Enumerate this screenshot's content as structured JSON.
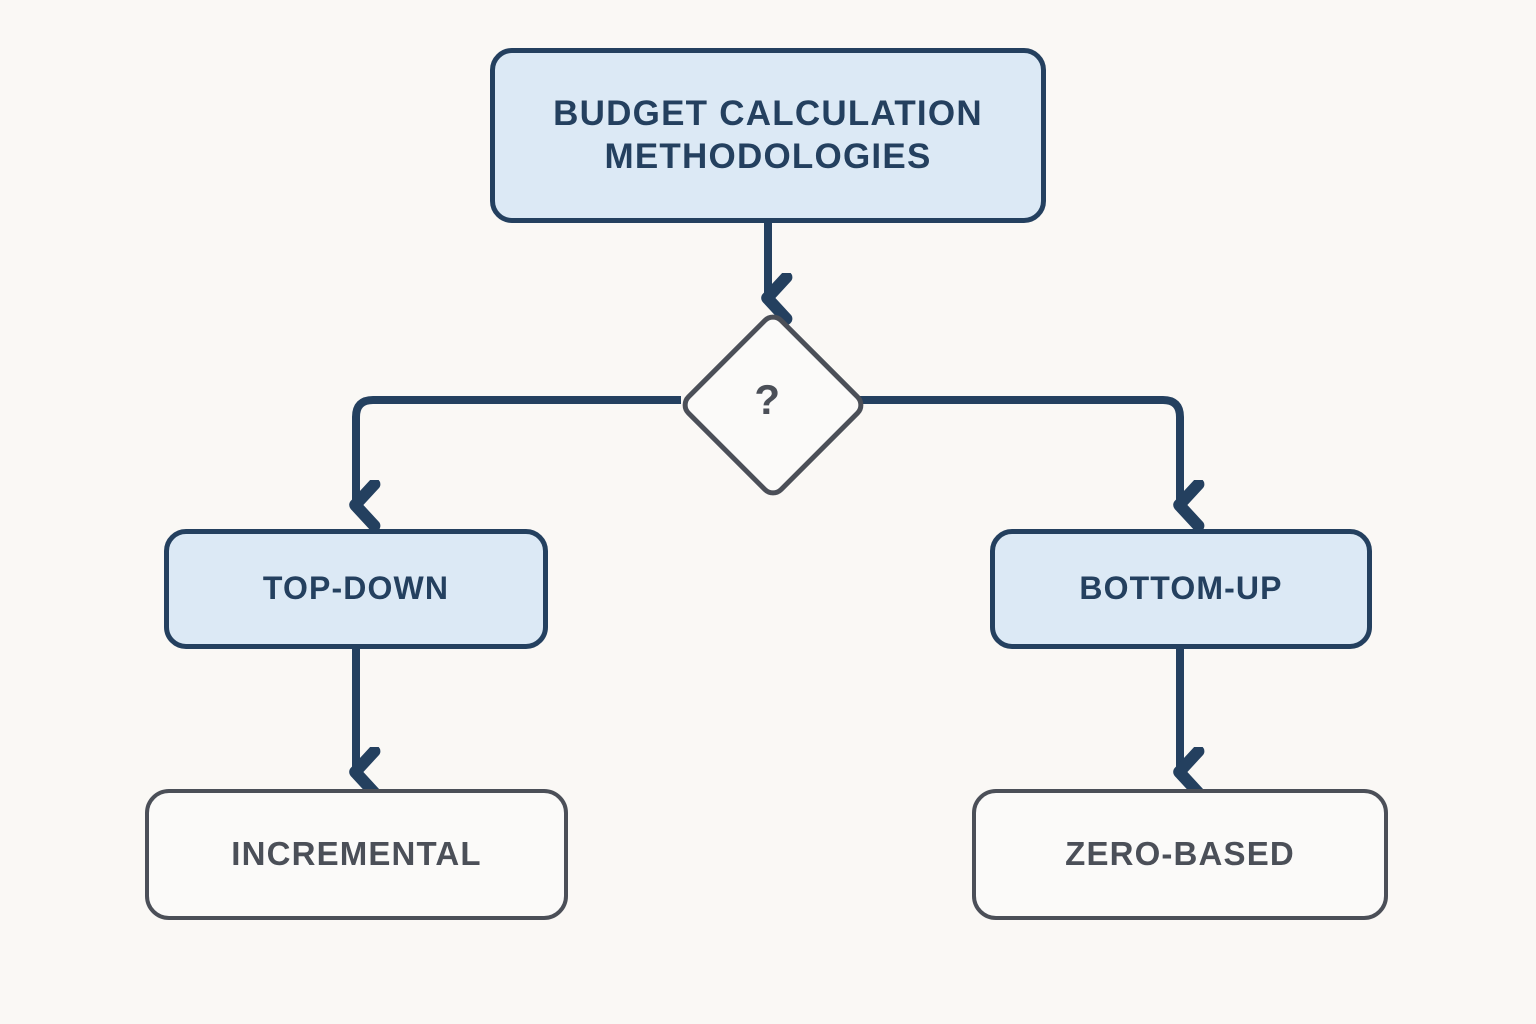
{
  "diagram": {
    "type": "flowchart",
    "background_color": "#faf8f5",
    "title_text": "BUDGET CALCULATION METHODOLOGIES",
    "colors": {
      "primary_fill": "#dce9f5",
      "primary_stroke": "#24405f",
      "secondary_fill": "#fbfaf9",
      "secondary_stroke": "#4b4f58",
      "edge_color": "#24405f"
    },
    "nodes": {
      "title": {
        "label": "BUDGET CALCULATION METHODOLOGIES",
        "shape": "rounded-rect",
        "style": "primary"
      },
      "decision": {
        "label": "?",
        "shape": "diamond",
        "style": "secondary"
      },
      "topdown": {
        "label": "TOP-DOWN",
        "shape": "rounded-rect",
        "style": "primary"
      },
      "bottomup": {
        "label": "BOTTOM-UP",
        "shape": "rounded-rect",
        "style": "primary"
      },
      "incremental": {
        "label": "INCREMENTAL",
        "shape": "rounded-rect",
        "style": "secondary"
      },
      "zerobased": {
        "label": "ZERO-BASED",
        "shape": "rounded-rect",
        "style": "secondary"
      }
    },
    "edges": [
      {
        "from": "title",
        "to": "decision",
        "label": ""
      },
      {
        "from": "decision",
        "to": "topdown",
        "label": ""
      },
      {
        "from": "decision",
        "to": "bottomup",
        "label": ""
      },
      {
        "from": "topdown",
        "to": "incremental",
        "label": ""
      },
      {
        "from": "bottomup",
        "to": "zerobased",
        "label": ""
      }
    ]
  }
}
